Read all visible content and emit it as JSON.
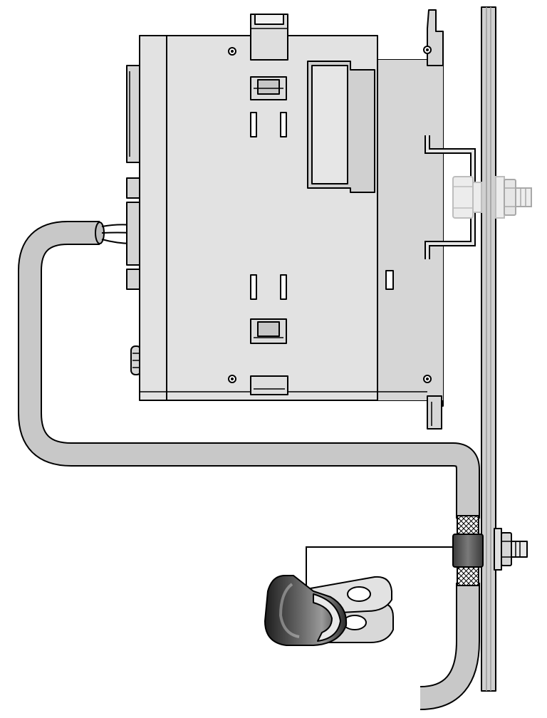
{
  "diagram": {
    "components": [
      {
        "id": "controller-module",
        "kind": "din-rail-mounted-module"
      },
      {
        "id": "din-rail",
        "kind": "top-hat-rail"
      },
      {
        "id": "mounting-panel",
        "kind": "grounded-metal-panel"
      },
      {
        "id": "shielded-cable",
        "kind": "cable-with-braided-shield"
      },
      {
        "id": "cable-clamp",
        "kind": "p-clip-shield-clamp"
      },
      {
        "id": "rail-bolt",
        "kind": "bolt-and-nut"
      },
      {
        "id": "clamp-bolt",
        "kind": "bolt-and-nut"
      }
    ],
    "connections": [
      {
        "from": "shielded-cable",
        "to": "controller-module"
      },
      {
        "from": "cable-clamp",
        "to": "mounting-panel",
        "via": "clamp-bolt"
      },
      {
        "from": "din-rail",
        "to": "mounting-panel",
        "via": "rail-bolt"
      }
    ],
    "callouts": [
      {
        "from": "cable-clamp",
        "to": "shield-clamp-on-panel"
      }
    ],
    "colors": {
      "module_fill": "#e2e2e2",
      "module_shade": "#cfcfcf",
      "cable_fill": "#c8c8c8",
      "panel_fill": "#d0d0d0",
      "clamp_dark": "#3a3a3a",
      "ghost_bolt": "#bdbdbd",
      "outline": "#000000"
    }
  }
}
